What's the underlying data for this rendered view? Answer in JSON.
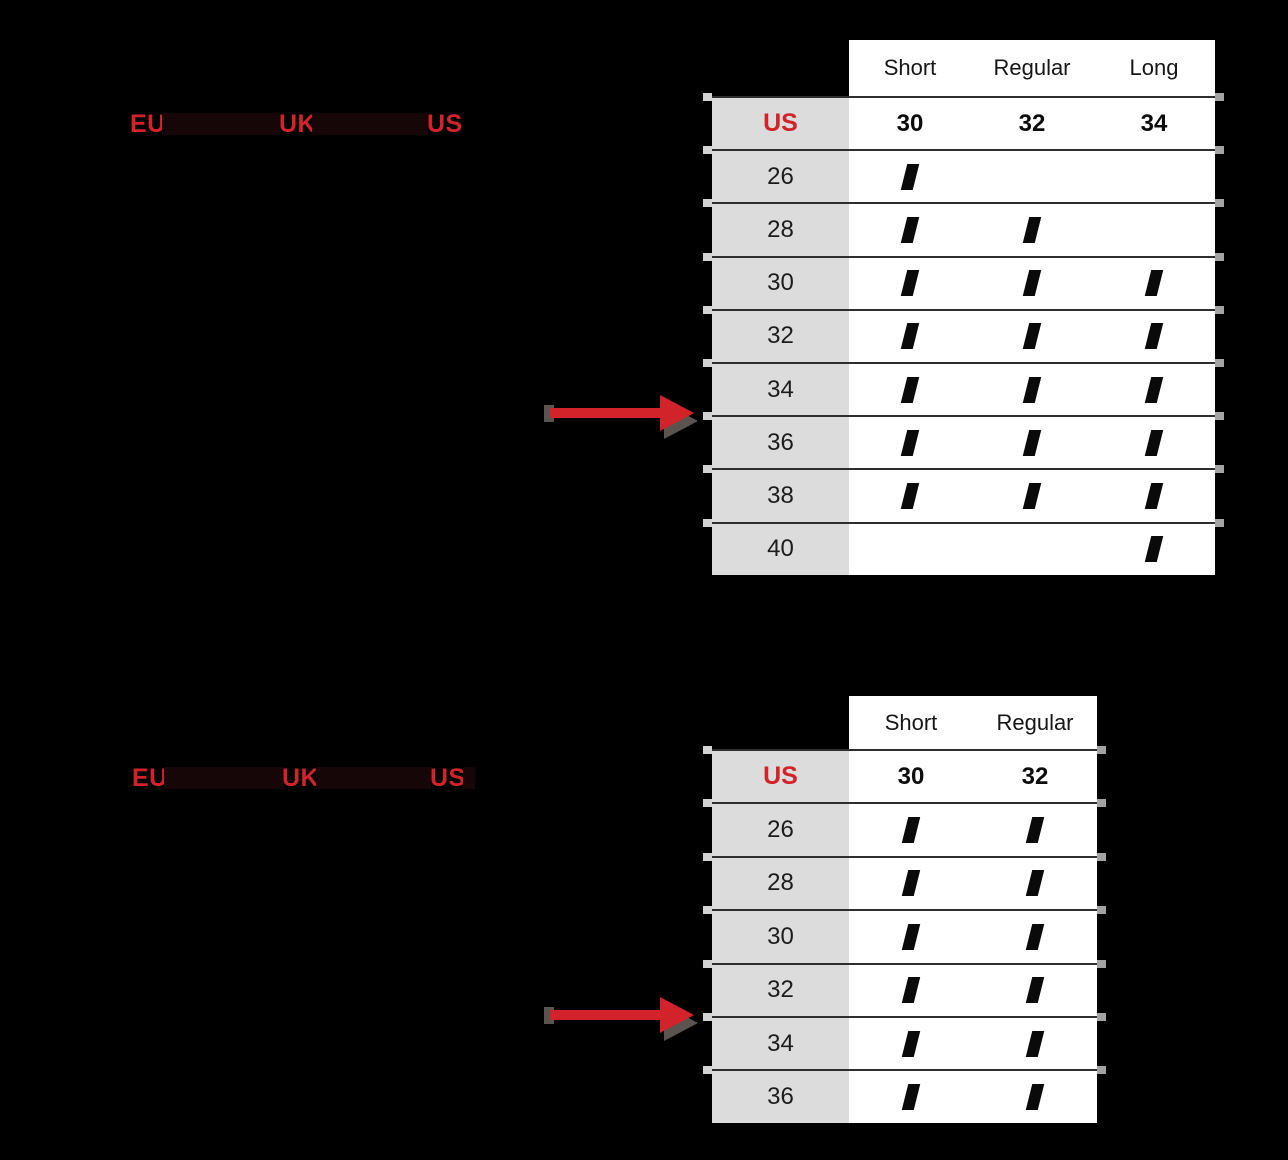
{
  "colors": {
    "background": "#000000",
    "red": "#d2232a",
    "table_line": "#2e2e2e",
    "label_column_bg": "#dcdcdc",
    "header_bg": "#ffffff",
    "tick_left": "#d2d2d2",
    "tick_right": "#a3a3a3",
    "arrow_shadow": "#5a5350",
    "hidden_text_bar": "#170607",
    "mark": "#0a0a0a"
  },
  "icons": {
    "availability_mark": "bold-slash",
    "arrow": "red-right-arrow"
  },
  "section1": {
    "region_labels": [
      "EU",
      "UK",
      "US"
    ],
    "table": {
      "fit_headers": [
        "Short",
        "Regular",
        "Long"
      ],
      "us_row_label": "US",
      "us_row_values": [
        "30",
        "32",
        "34"
      ],
      "size_rows": [
        {
          "size": "26",
          "fits": [
            1,
            0,
            0
          ]
        },
        {
          "size": "28",
          "fits": [
            1,
            1,
            0
          ]
        },
        {
          "size": "30",
          "fits": [
            1,
            1,
            1
          ]
        },
        {
          "size": "32",
          "fits": [
            1,
            1,
            1
          ]
        },
        {
          "size": "34",
          "fits": [
            1,
            1,
            1
          ]
        },
        {
          "size": "36",
          "fits": [
            1,
            1,
            1
          ]
        },
        {
          "size": "38",
          "fits": [
            1,
            1,
            1
          ]
        },
        {
          "size": "40",
          "fits": [
            0,
            0,
            1
          ]
        }
      ]
    }
  },
  "section2": {
    "region_labels": [
      "EU",
      "UK",
      "US"
    ],
    "table": {
      "fit_headers": [
        "Short",
        "Regular"
      ],
      "us_row_label": "US",
      "us_row_values": [
        "30",
        "32"
      ],
      "size_rows": [
        {
          "size": "26",
          "fits": [
            1,
            1
          ]
        },
        {
          "size": "28",
          "fits": [
            1,
            1
          ]
        },
        {
          "size": "30",
          "fits": [
            1,
            1
          ]
        },
        {
          "size": "32",
          "fits": [
            1,
            1
          ]
        },
        {
          "size": "34",
          "fits": [
            1,
            1
          ]
        },
        {
          "size": "36",
          "fits": [
            1,
            1
          ]
        }
      ]
    }
  }
}
